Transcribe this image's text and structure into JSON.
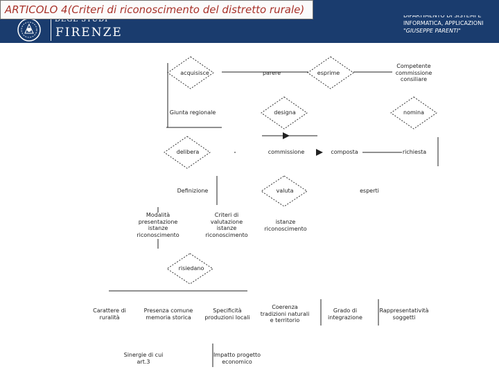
{
  "slide": {
    "title": "ARTICOLO 4(Criteri di riconoscimento del distretto rurale)"
  },
  "header": {
    "university_line1": "DEGL STUDI",
    "university_line2": "FIRENZE",
    "dept_line1": "DIPARTIMENTO DI SISTEMI E",
    "dept_line2": "INFORMATICA, APPLICAZIONI",
    "dept_line3": "\"GIUSEPPE PARENTI\"",
    "background_color": "#1a3c6e"
  },
  "diagram": {
    "relationships": {
      "acquisisce": "acquisisce",
      "esprime": "esprime",
      "designa": "designa",
      "nomina": "nomina",
      "delibera": "delibera",
      "valuta": "valuta",
      "risiedano": "risiedano"
    },
    "entities": {
      "parere": "parere",
      "comitato": [
        "Competente",
        "commissione",
        "consiliare"
      ],
      "giunta": "Giunta regionale",
      "commissione": "commissione",
      "composta": "composta",
      "richiesta": "richiesta",
      "definizione": "Definizione",
      "esperti": "esperti",
      "modalita": [
        "Modalità",
        "presentazione",
        "istanze",
        "riconoscimento"
      ],
      "criteri": [
        "Criteri di",
        "valutazione",
        "istanze",
        "riconoscimento"
      ],
      "istanze": [
        "istanze",
        "riconoscimento"
      ],
      "carattere": [
        "Carattere di",
        "ruralità"
      ],
      "presenza": [
        "Presenza comune",
        "memoria storica"
      ],
      "specificita": [
        "Specificità",
        "produzioni locali"
      ],
      "coerenza": [
        "Coerenza",
        "tradizioni naturali",
        "e territorio"
      ],
      "grado": [
        "Grado di",
        "integrazione"
      ],
      "rappresentativita": [
        "Rappresentatività",
        "soggetti"
      ],
      "sinergie": [
        "Sinergie di cui",
        "art.3"
      ],
      "impatto": [
        "Impatto progetto",
        "economico"
      ]
    }
  }
}
